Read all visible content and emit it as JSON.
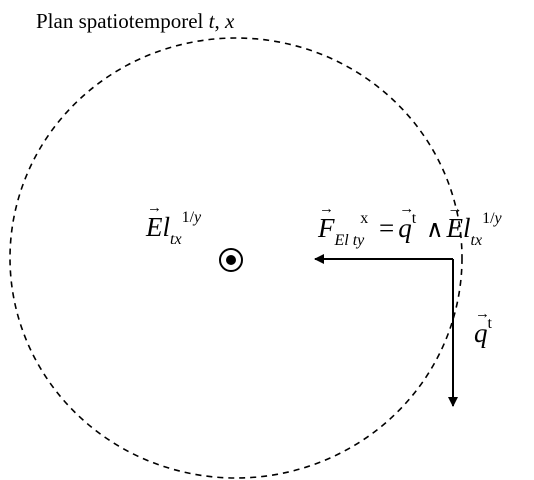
{
  "title": {
    "text": "Plan spatiotemporel ",
    "var1": "t",
    "sep": ", ",
    "var2": "x"
  },
  "labels": {
    "electric_field": {
      "base": "El",
      "vector_letter": "E",
      "subscript": "tx",
      "exponent_num": "1/",
      "exponent_var": "y"
    },
    "force": {
      "vector_letter": "F",
      "subscript": "El ty",
      "superscript": "x",
      "equals": "="
    },
    "charge": {
      "vector_letter": "q",
      "superscript": "t"
    },
    "wedge": "∧"
  },
  "colors": {
    "stroke": "#000000",
    "background": "#ffffff"
  },
  "icons": {
    "center": "out-of-plane-vector-icon"
  }
}
